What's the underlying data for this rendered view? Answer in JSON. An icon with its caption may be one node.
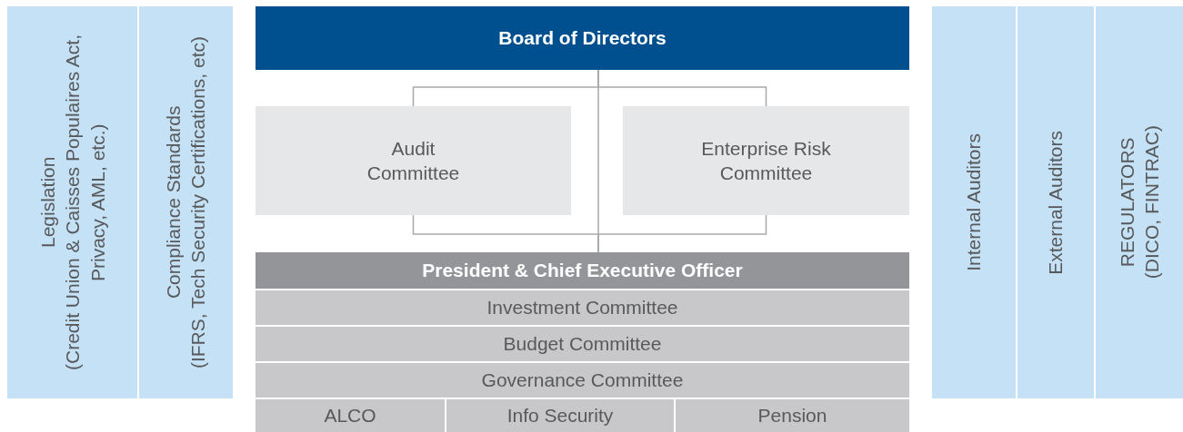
{
  "diagram": {
    "nodes": [
      {
        "text": [
          "Legislation",
          "(Credit Union & Caisses Populaires Act, Privacy, AML, etc.)"
        ]
      },
      {
        "text": [
          "Compliance Standards",
          "(IFRS, Tech Security Certifications, etc)"
        ]
      },
      {
        "text": [
          "Board of Directors"
        ]
      },
      {
        "text": [
          "Audit Committee"
        ]
      },
      {
        "text": [
          "Enterprise Risk Committee"
        ]
      },
      {
        "text": [
          "President & Chief Executive Officer"
        ]
      },
      {
        "text": [
          "Investment Committee"
        ]
      },
      {
        "text": [
          "Budget Committee"
        ]
      },
      {
        "text": [
          "Governance Committee"
        ]
      },
      {
        "text": [
          "ALCO"
        ]
      },
      {
        "text": [
          "Info Security"
        ]
      },
      {
        "text": [
          "Pension"
        ]
      },
      {
        "text": [
          "Internal Auditors"
        ]
      },
      {
        "text": [
          "External Auditors"
        ]
      },
      {
        "text": [
          "REGULATORS",
          "(DICO, FINTRAC)"
        ]
      }
    ],
    "edges": [
      {
        "from": 2,
        "to": 5,
        "arrow": "none"
      },
      {
        "from": 2,
        "to": 3,
        "arrow": "none"
      },
      {
        "from": 2,
        "to": 4,
        "arrow": "none"
      },
      {
        "from": 3,
        "to": 5,
        "arrow": "none"
      },
      {
        "from": 4,
        "to": 5,
        "arrow": "none"
      }
    ]
  }
}
